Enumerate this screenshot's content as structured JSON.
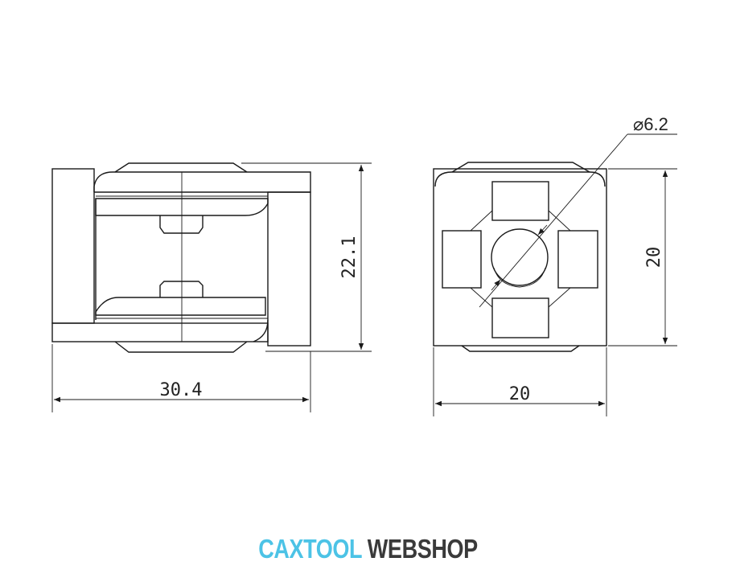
{
  "drawing": {
    "side_view": {
      "height_dim": "22.1",
      "width_dim": "30.4"
    },
    "front_view": {
      "height_dim": "20",
      "width_dim": "20",
      "hole_dim": "⌀6.2"
    }
  },
  "logo": {
    "part1": "CAXTOOL",
    "part2": "WEBSHOP",
    "color1": "#4cc3e6",
    "color2": "#3a3a3a"
  }
}
